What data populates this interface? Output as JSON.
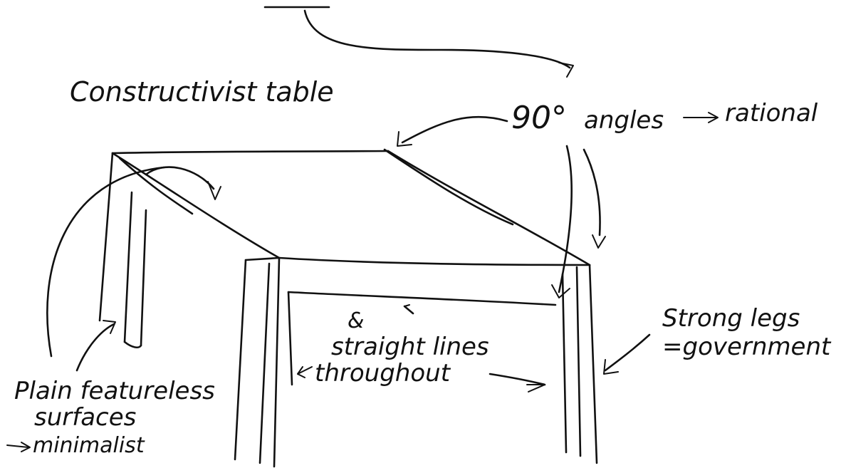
{
  "title": "Constructivist table",
  "annotations": {
    "angles": "90°",
    "angles_suffix": "angles",
    "rational": "rational",
    "strong_legs_1": "Strong legs",
    "strong_legs_2": "=government",
    "amp": "&",
    "straight_lines_1": "straight lines",
    "straight_lines_2": "throughout",
    "plain_1": "Plain featureless",
    "plain_2": "surfaces",
    "minimalist": "minimalist"
  },
  "colors": {
    "ink": "#111111",
    "background": "#ffffff"
  }
}
